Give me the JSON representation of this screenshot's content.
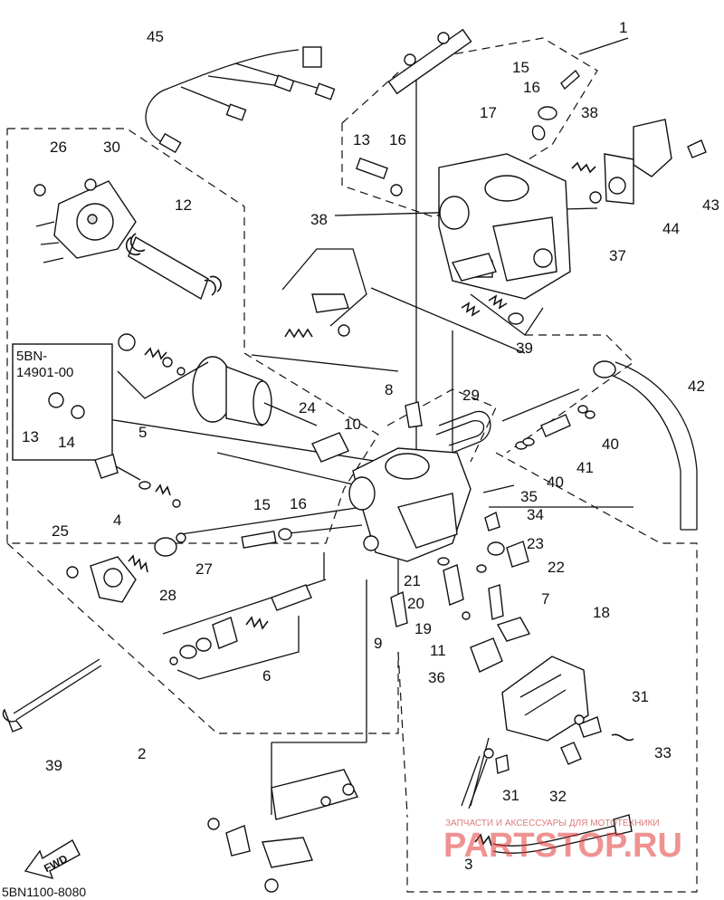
{
  "diagram": {
    "catalog_code": "5BN1100-8080",
    "kit_code_line1": "5BN-",
    "kit_code_line2": "14901-00",
    "fwd_label": "FWD",
    "watermark_main": "PARTSTOP.RU",
    "watermark_sub": "ЗАПЧАСТИ И АКСЕССУАРЫ ДЛЯ МОТОТЕХНИКИ"
  },
  "callouts": [
    {
      "id": "c1",
      "text": "1"
    },
    {
      "id": "c2",
      "text": "2"
    },
    {
      "id": "c3",
      "text": "3"
    },
    {
      "id": "c4",
      "text": "4"
    },
    {
      "id": "c5",
      "text": "5"
    },
    {
      "id": "c6",
      "text": "6"
    },
    {
      "id": "c7",
      "text": "7"
    },
    {
      "id": "c8",
      "text": "8"
    },
    {
      "id": "c9",
      "text": "9"
    },
    {
      "id": "c10",
      "text": "10"
    },
    {
      "id": "c11",
      "text": "11"
    },
    {
      "id": "c12",
      "text": "12"
    },
    {
      "id": "c13a",
      "text": "13"
    },
    {
      "id": "c13b",
      "text": "13"
    },
    {
      "id": "c14",
      "text": "14"
    },
    {
      "id": "c15a",
      "text": "15"
    },
    {
      "id": "c15b",
      "text": "15"
    },
    {
      "id": "c16a",
      "text": "16"
    },
    {
      "id": "c16b",
      "text": "16"
    },
    {
      "id": "c16c",
      "text": "16"
    },
    {
      "id": "c17",
      "text": "17"
    },
    {
      "id": "c18",
      "text": "18"
    },
    {
      "id": "c19",
      "text": "19"
    },
    {
      "id": "c20",
      "text": "20"
    },
    {
      "id": "c21",
      "text": "21"
    },
    {
      "id": "c22",
      "text": "22"
    },
    {
      "id": "c23",
      "text": "23"
    },
    {
      "id": "c24",
      "text": "24"
    },
    {
      "id": "c25",
      "text": "25"
    },
    {
      "id": "c26",
      "text": "26"
    },
    {
      "id": "c27",
      "text": "27"
    },
    {
      "id": "c28",
      "text": "28"
    },
    {
      "id": "c29",
      "text": "29"
    },
    {
      "id": "c30",
      "text": "30"
    },
    {
      "id": "c31a",
      "text": "31"
    },
    {
      "id": "c31b",
      "text": "31"
    },
    {
      "id": "c32",
      "text": "32"
    },
    {
      "id": "c33",
      "text": "33"
    },
    {
      "id": "c34",
      "text": "34"
    },
    {
      "id": "c35",
      "text": "35"
    },
    {
      "id": "c36",
      "text": "36"
    },
    {
      "id": "c37",
      "text": "37"
    },
    {
      "id": "c38a",
      "text": "38"
    },
    {
      "id": "c38b",
      "text": "38"
    },
    {
      "id": "c39a",
      "text": "39"
    },
    {
      "id": "c39b",
      "text": "39"
    },
    {
      "id": "c40a",
      "text": "40"
    },
    {
      "id": "c40b",
      "text": "40"
    },
    {
      "id": "c41",
      "text": "41"
    },
    {
      "id": "c42",
      "text": "42"
    },
    {
      "id": "c43",
      "text": "43"
    },
    {
      "id": "c44",
      "text": "44"
    },
    {
      "id": "c45",
      "text": "45"
    }
  ]
}
